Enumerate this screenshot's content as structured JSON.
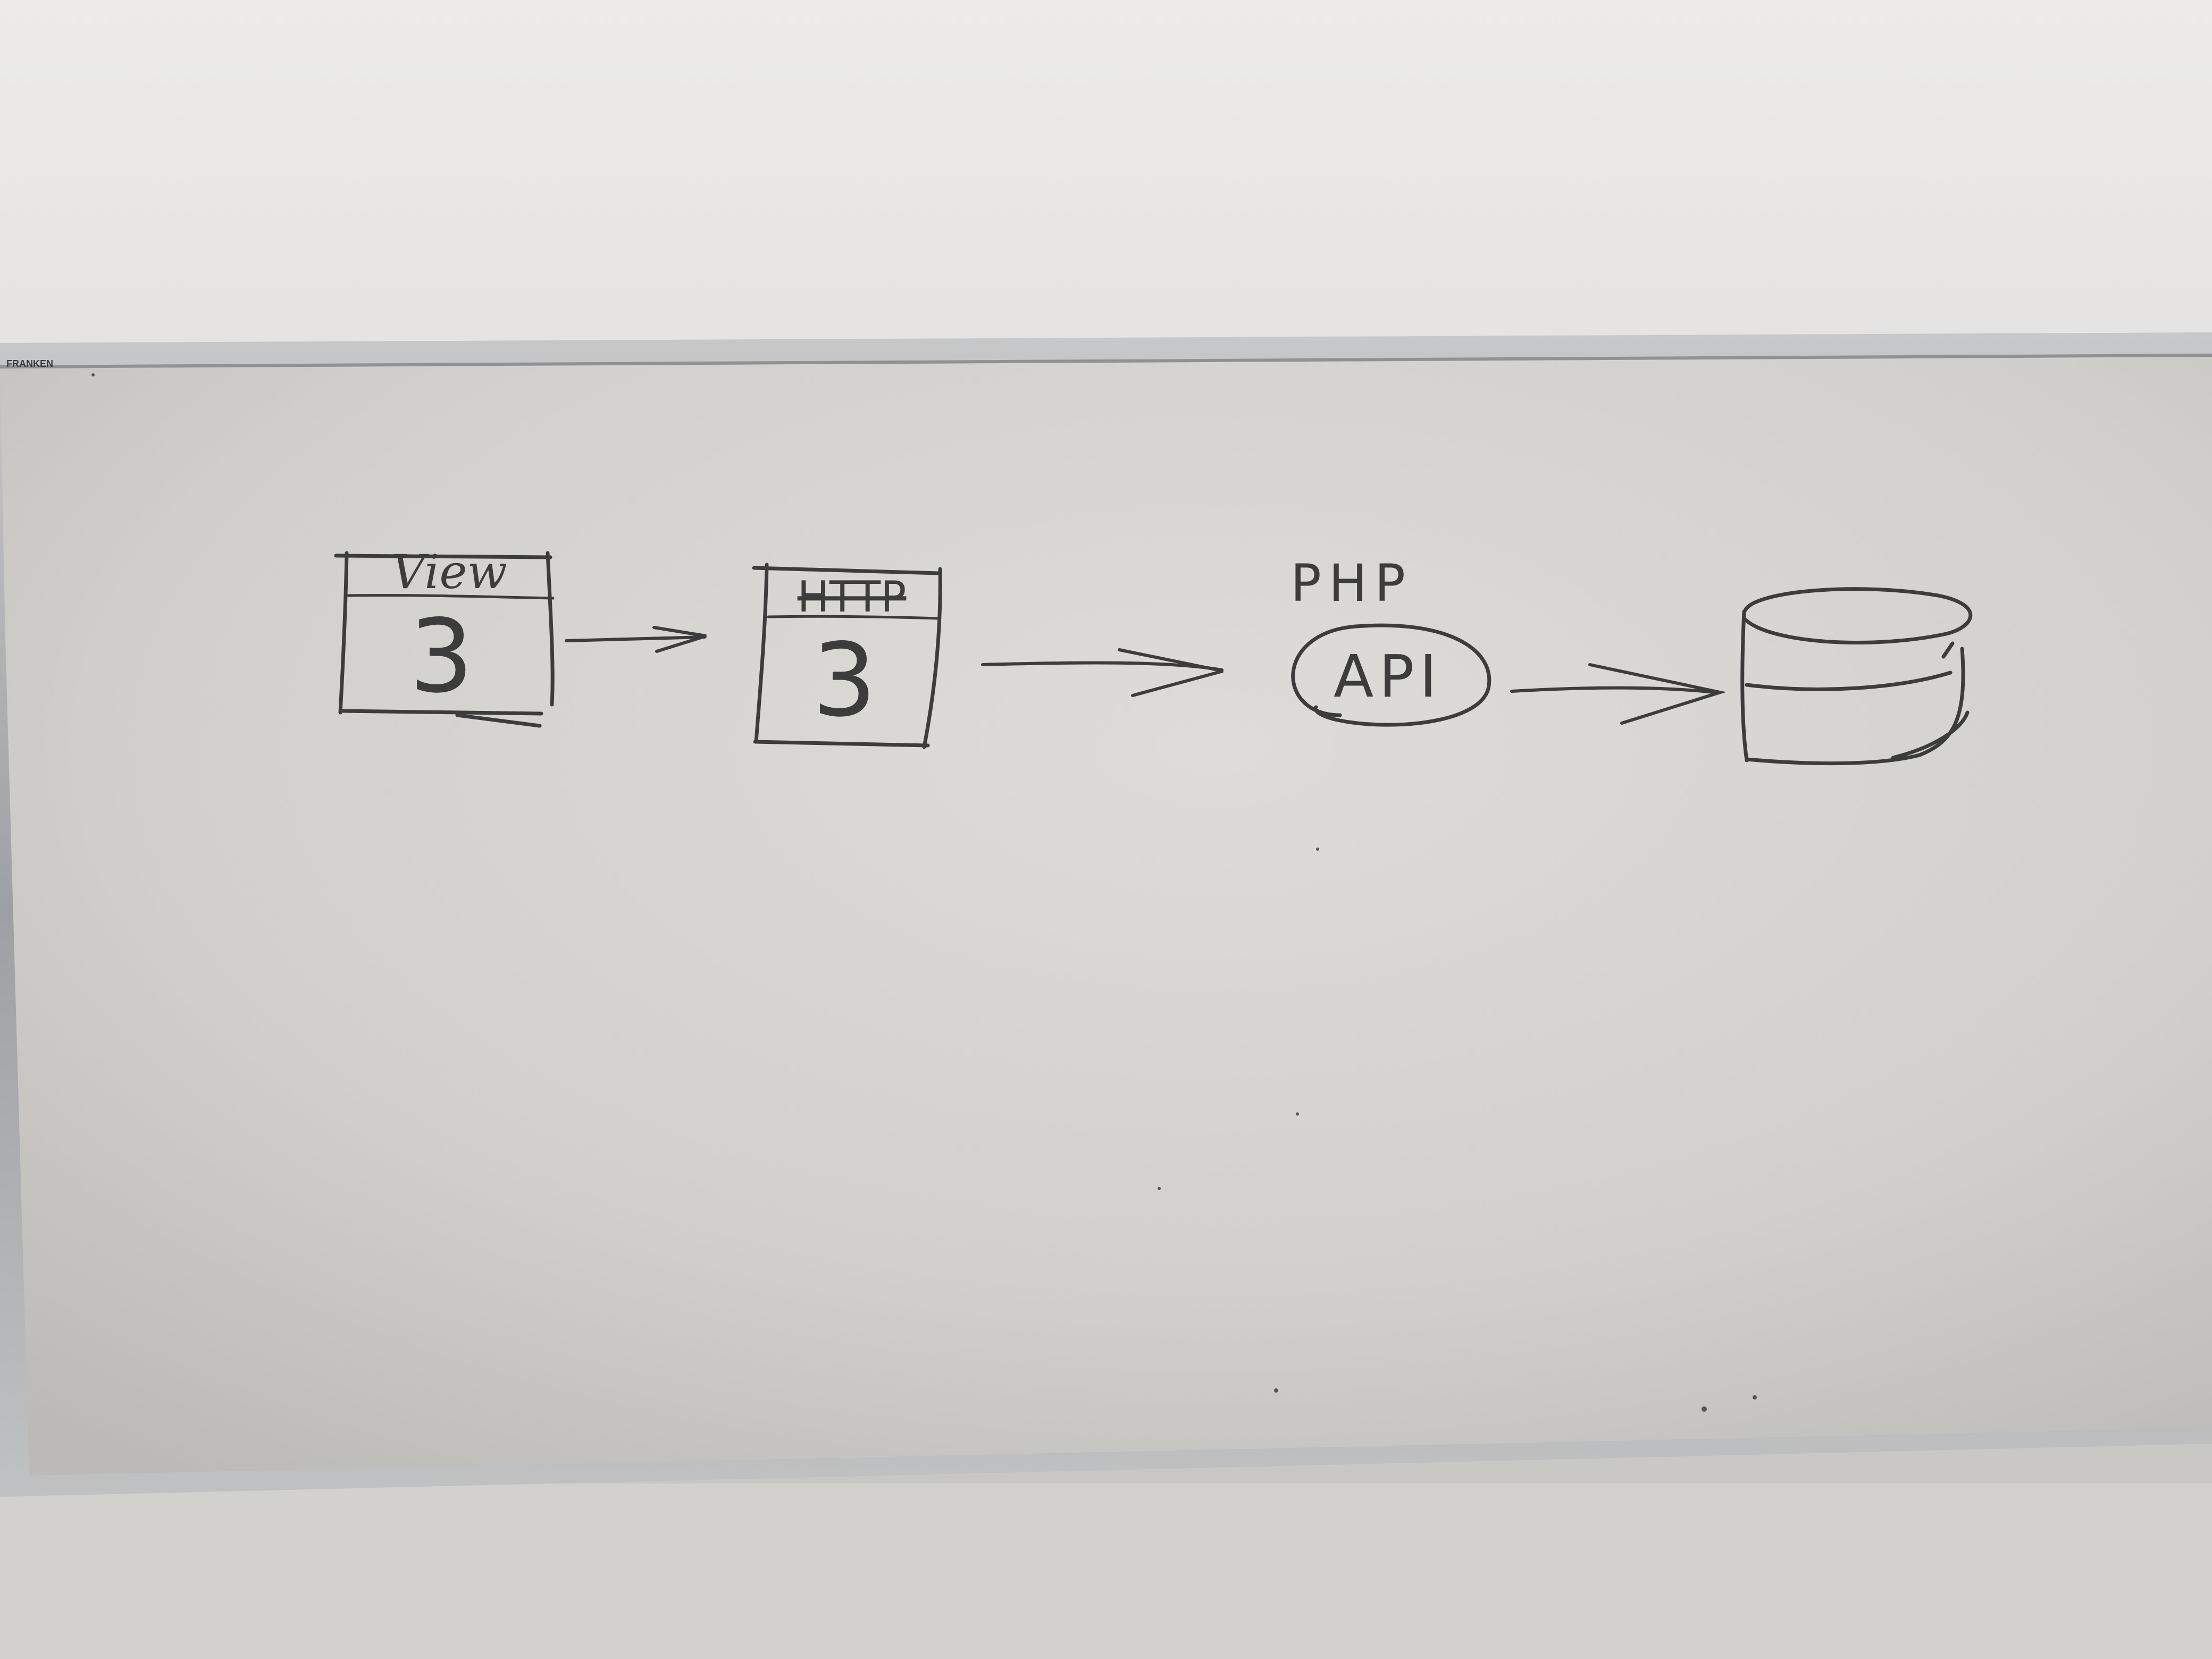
{
  "board": {
    "brand_label": "FRANKEN"
  },
  "diagram": {
    "nodes": [
      {
        "id": "view",
        "header_label": "View",
        "body_label": "3"
      },
      {
        "id": "http",
        "header_label": "HTTP",
        "body_label": "3"
      },
      {
        "id": "api",
        "caption": "PHP",
        "label": "API"
      },
      {
        "id": "database"
      }
    ],
    "edges": [
      {
        "from": "view",
        "to": "http"
      },
      {
        "from": "http",
        "to": "api"
      },
      {
        "from": "api",
        "to": "database"
      }
    ]
  },
  "colors": {
    "wall_top": "#ecebe9",
    "wall_mid": "#bfbdb9",
    "board_surface": "#d4d2ce",
    "board_frame": "#a9abad",
    "marker_ink": "#3c3c3c"
  }
}
